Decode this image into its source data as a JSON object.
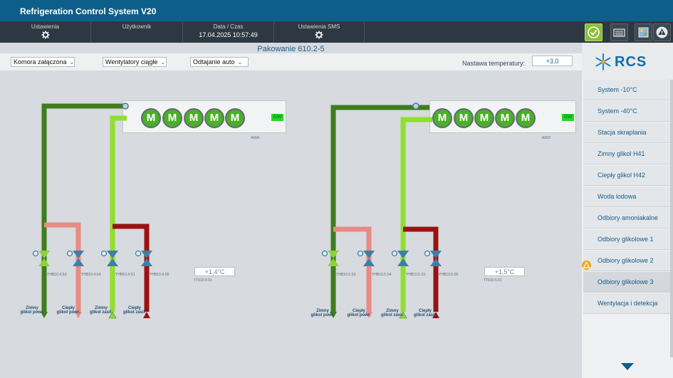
{
  "window": {
    "title": "Refrigeration Control System V20"
  },
  "header": {
    "settings_label": "Ustawienia",
    "user_label": "Użytkownik",
    "datetime_label": "Data / Czas",
    "datetime_value": "17.04.2025 10:57:49",
    "sms_label": "Ustawienia SMS"
  },
  "page": {
    "title": "Pakowanie 610.2-5",
    "chamber_select": "Komora załączona",
    "fans_select": "Wentylatory ciągłe",
    "defrost_select": "Odtajanie auto",
    "setpoint_label": "Nastawa temperatury:",
    "setpoint_value": "+3,0"
  },
  "logo": {
    "text": "RCS"
  },
  "nav": {
    "items": [
      {
        "label": "System -10°C"
      },
      {
        "label": "System -40°C"
      },
      {
        "label": "Stacja skraplania"
      },
      {
        "label": "Zimny glikol H41"
      },
      {
        "label": "Ciepły glikol H42"
      },
      {
        "label": "Woda lodowa"
      },
      {
        "label": "Odbiory amoniakalne"
      },
      {
        "label": "Odbiory glikolowe 1"
      },
      {
        "label": "Odbiory glikolowe 2"
      },
      {
        "label": "Odbiory glikolowe 3"
      },
      {
        "label": "Wentylacja i detekcja"
      }
    ]
  },
  "units": [
    {
      "fan_label": "M",
      "gw_label": "GW",
      "tag_label": "A66A",
      "temp_value": "+1,4°C",
      "temp_tag": "TT610.4.01",
      "valve_tags": [
        "YHB10.4.S3",
        "YHB10.4.S4",
        "YHB10.4.S1",
        "YHB10.4.S5"
      ],
      "pipes": [
        "Zimny glikol powr.",
        "Ciepły glikol powr.",
        "Zimny glikol zasil.",
        "Ciepły glikol zasil."
      ]
    },
    {
      "fan_label": "M",
      "gw_label": "GW",
      "tag_label": "A65X",
      "temp_value": "+1,5°C",
      "temp_tag": "TT610.5.01",
      "valve_tags": [
        "YHB10.5.S3",
        "YHB10.5.S4",
        "YHB10.5.S1",
        "YHB10.5.S5"
      ],
      "pipes": [
        "Zimny glikol powr.",
        "Ciepły glikol powr.",
        "Zimny glikol zasil.",
        "Ciepły glikol zasil."
      ]
    }
  ],
  "colors": {
    "dark_green": "#3f7d1e",
    "light_green": "#8ee02c",
    "salmon": "#e88b85",
    "dark_red": "#9b1212",
    "valve_blue": "#3f7fa5",
    "valve_green": "#8ed33c",
    "title_bar": "#0d5f8a"
  }
}
